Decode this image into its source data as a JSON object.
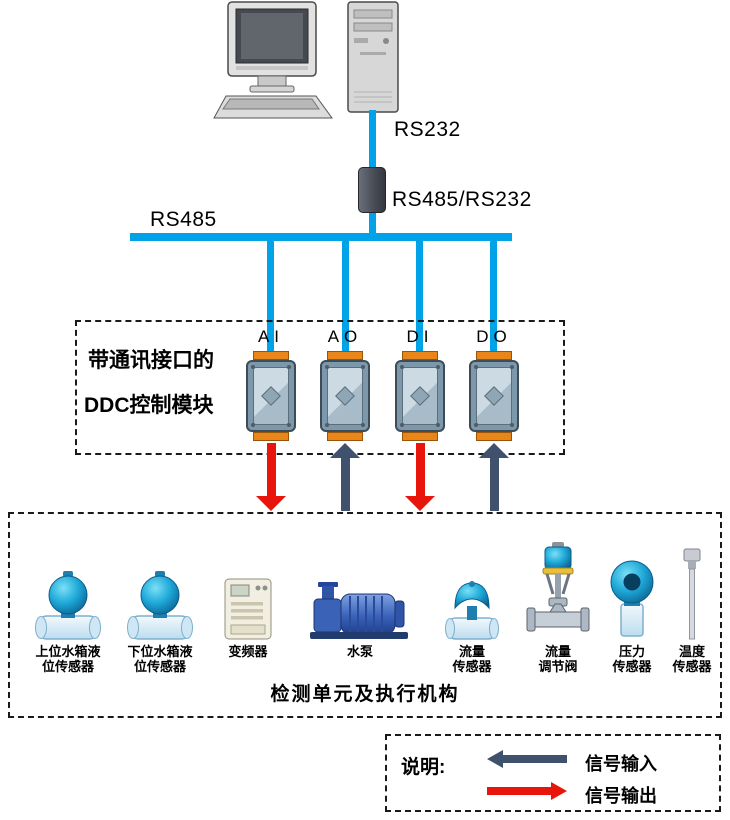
{
  "colors": {
    "bus_blue": "#00a2e8",
    "signal_input": "#40516e",
    "signal_output": "#e8150d",
    "module_orange": "#e8861a",
    "module_body": "#7e98ab"
  },
  "top": {
    "rs232_label": "RS232",
    "converter_label": "RS485/RS232",
    "bus_label": "RS485"
  },
  "ddc_box": {
    "caption_line1": "带通讯接口的",
    "caption_line2": "DDC控制模块",
    "modules": [
      {
        "label": "AI"
      },
      {
        "label": "AO"
      },
      {
        "label": "DI"
      },
      {
        "label": "DO"
      }
    ]
  },
  "device_box": {
    "title": "检测单元及执行机构",
    "devices": [
      {
        "icon": "level-sensor-icon",
        "line1": "上位水箱液",
        "line2": "位传感器"
      },
      {
        "icon": "level-sensor-icon",
        "line1": "下位水箱液",
        "line2": "位传感器"
      },
      {
        "icon": "vfd-icon",
        "line1": "变频器",
        "line2": ""
      },
      {
        "icon": "pump-icon",
        "line1": "水泵",
        "line2": ""
      },
      {
        "icon": "flow-sensor-icon",
        "line1": "流量",
        "line2": "传感器"
      },
      {
        "icon": "valve-icon",
        "line1": "流量",
        "line2": "调节阀"
      },
      {
        "icon": "pressure-sensor-icon",
        "line1": "压力",
        "line2": "传感器"
      },
      {
        "icon": "temperature-sensor-icon",
        "line1": "温度",
        "line2": "传感器"
      }
    ]
  },
  "legend": {
    "title": "说明:",
    "input_label": "信号输入",
    "output_label": "信号输出"
  }
}
